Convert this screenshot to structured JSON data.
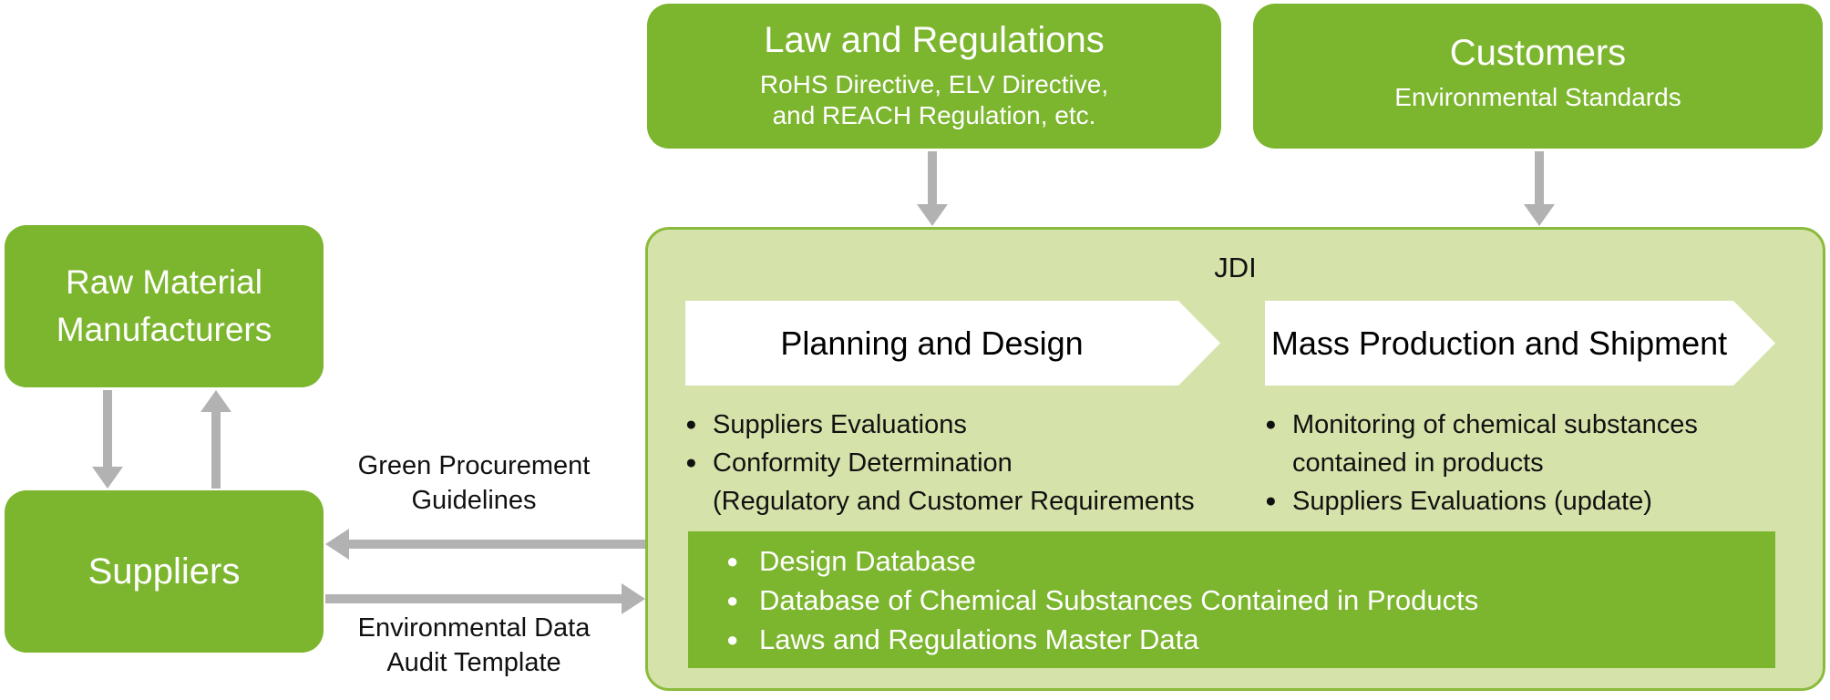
{
  "colors": {
    "green": "#7cb52e",
    "light_green": "#d5e3aa",
    "border_green": "#8abb3c",
    "arrow_gray": "#b2b2b2"
  },
  "external": {
    "law": {
      "title": "Law and Regulations",
      "subtitle1": "RoHS Directive, ELV Directive,",
      "subtitle2": "and REACH Regulation, etc."
    },
    "customers": {
      "title": "Customers",
      "subtitle": "Environmental Standards"
    },
    "raw_material": {
      "line1": "Raw Material",
      "line2": "Manufacturers"
    },
    "suppliers": {
      "label": "Suppliers"
    }
  },
  "exchange": {
    "to_suppliers": {
      "line1": "Green Procurement",
      "line2": "Guidelines"
    },
    "from_suppliers": {
      "line1": "Environmental Data",
      "line2": "Audit Template"
    }
  },
  "jdi": {
    "title": "JDI",
    "stage1": {
      "label": "Planning and Design",
      "bullets": [
        {
          "marker": "●",
          "text": "Suppliers Evaluations"
        },
        {
          "marker": "●",
          "text": "Conformity Determination"
        },
        {
          "marker": "",
          "text": "(Regulatory and Customer Requirements"
        }
      ]
    },
    "stage2": {
      "label": "Mass Production and Shipment",
      "bullets": [
        {
          "marker": "●",
          "text": "Monitoring of chemical substances"
        },
        {
          "marker": "",
          "text": "contained in products"
        },
        {
          "marker": "●",
          "text": "Suppliers Evaluations (update)"
        }
      ]
    },
    "database": {
      "bullets": [
        {
          "marker": "●",
          "text": "Design Database"
        },
        {
          "marker": "●",
          "text": "Database of Chemical Substances Contained in Products"
        },
        {
          "marker": "●",
          "text": "Laws and Regulations Master Data"
        }
      ]
    }
  }
}
